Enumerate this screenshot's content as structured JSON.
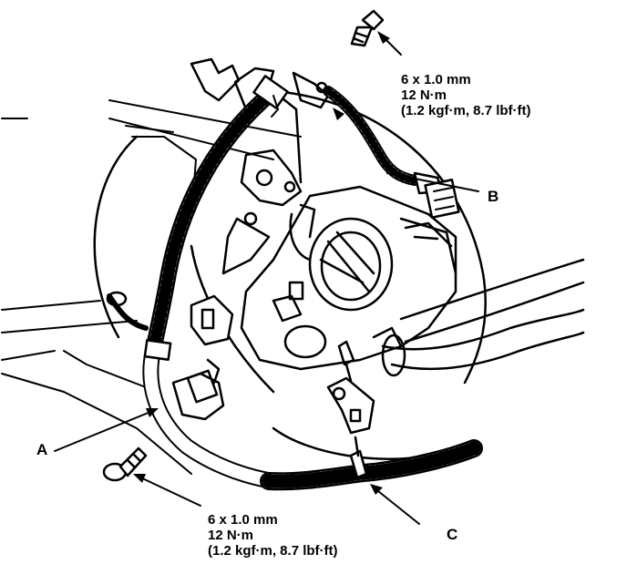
{
  "callouts": {
    "a": "A",
    "b": "B",
    "c": "C"
  },
  "torque_top": {
    "size": "6 x 1.0 mm",
    "torque_nm": "12 N·m",
    "torque_alt": "(1.2 kgf·m, 8.7 lbf·ft)"
  },
  "torque_bottom": {
    "size": "6 x 1.0 mm",
    "torque_nm": "12 N·m",
    "torque_alt": "(1.2 kgf·m, 8.7 lbf·ft)"
  },
  "colors": {
    "ink": "#000000",
    "paper": "#ffffff"
  }
}
